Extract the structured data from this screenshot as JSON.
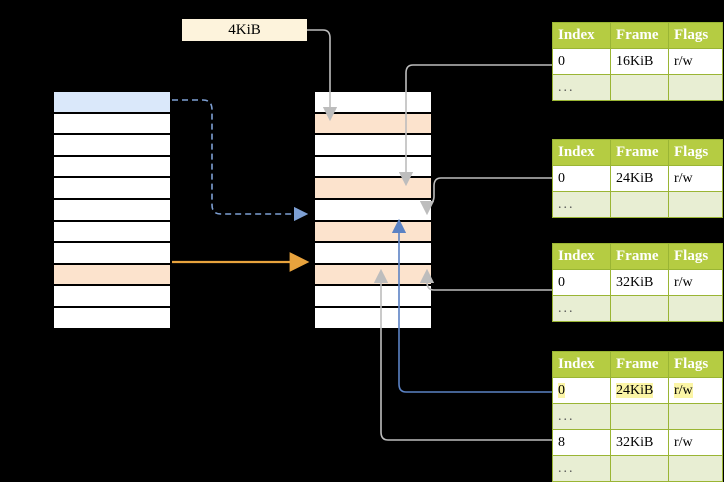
{
  "diagram": {
    "title": "page-table-walk",
    "page_size_label": "4KiB",
    "colors": {
      "header_green": "#b5cc42",
      "row_alt_green": "#e8eed3",
      "highlight_yellow": "#fbf5a6",
      "virtual_entry_blue": "#dae8fa",
      "mapped_entry_orange": "#fce3cd",
      "arrow_blue": "#7d9fd3",
      "arrow_orange": "#e8a33d",
      "connector_gray": "#b3b3b3",
      "background": "#000000"
    },
    "left_memory": {
      "name": "virtual-address-space",
      "row_count": 11,
      "highlighted": [
        {
          "index": 0,
          "fill": "blue"
        },
        {
          "index": 8,
          "fill": "orange"
        }
      ]
    },
    "middle_memory": {
      "name": "physical-memory",
      "row_count": 11,
      "highlighted": [
        {
          "index": 1,
          "fill": "orange"
        },
        {
          "index": 4,
          "fill": "orange"
        },
        {
          "index": 6,
          "fill": "orange"
        },
        {
          "index": 8,
          "fill": "orange"
        }
      ]
    },
    "page_tables": [
      {
        "name": "page-table-level-4",
        "headers": [
          "Index",
          "Frame",
          "Flags"
        ],
        "rows": [
          {
            "cells": [
              "0",
              "16KiB",
              "r/w"
            ],
            "style": "normal"
          },
          {
            "cells": [
              "...",
              "",
              ""
            ],
            "style": "ellipsis"
          }
        ]
      },
      {
        "name": "page-table-level-3",
        "headers": [
          "Index",
          "Frame",
          "Flags"
        ],
        "rows": [
          {
            "cells": [
              "0",
              "24KiB",
              "r/w"
            ],
            "style": "normal"
          },
          {
            "cells": [
              "...",
              "",
              ""
            ],
            "style": "ellipsis"
          }
        ]
      },
      {
        "name": "page-table-level-2",
        "headers": [
          "Index",
          "Frame",
          "Flags"
        ],
        "rows": [
          {
            "cells": [
              "0",
              "32KiB",
              "r/w"
            ],
            "style": "normal"
          },
          {
            "cells": [
              "...",
              "",
              ""
            ],
            "style": "ellipsis"
          }
        ]
      },
      {
        "name": "page-table-level-1",
        "headers": [
          "Index",
          "Frame",
          "Flags"
        ],
        "rows": [
          {
            "cells": [
              "0",
              "24KiB",
              "r/w"
            ],
            "style": "highlight"
          },
          {
            "cells": [
              "...",
              "",
              ""
            ],
            "style": "ellipsis"
          },
          {
            "cells": [
              "8",
              "32KiB",
              "r/w"
            ],
            "style": "normal"
          },
          {
            "cells": [
              "...",
              "",
              ""
            ],
            "style": "ellipsis"
          }
        ]
      }
    ]
  }
}
